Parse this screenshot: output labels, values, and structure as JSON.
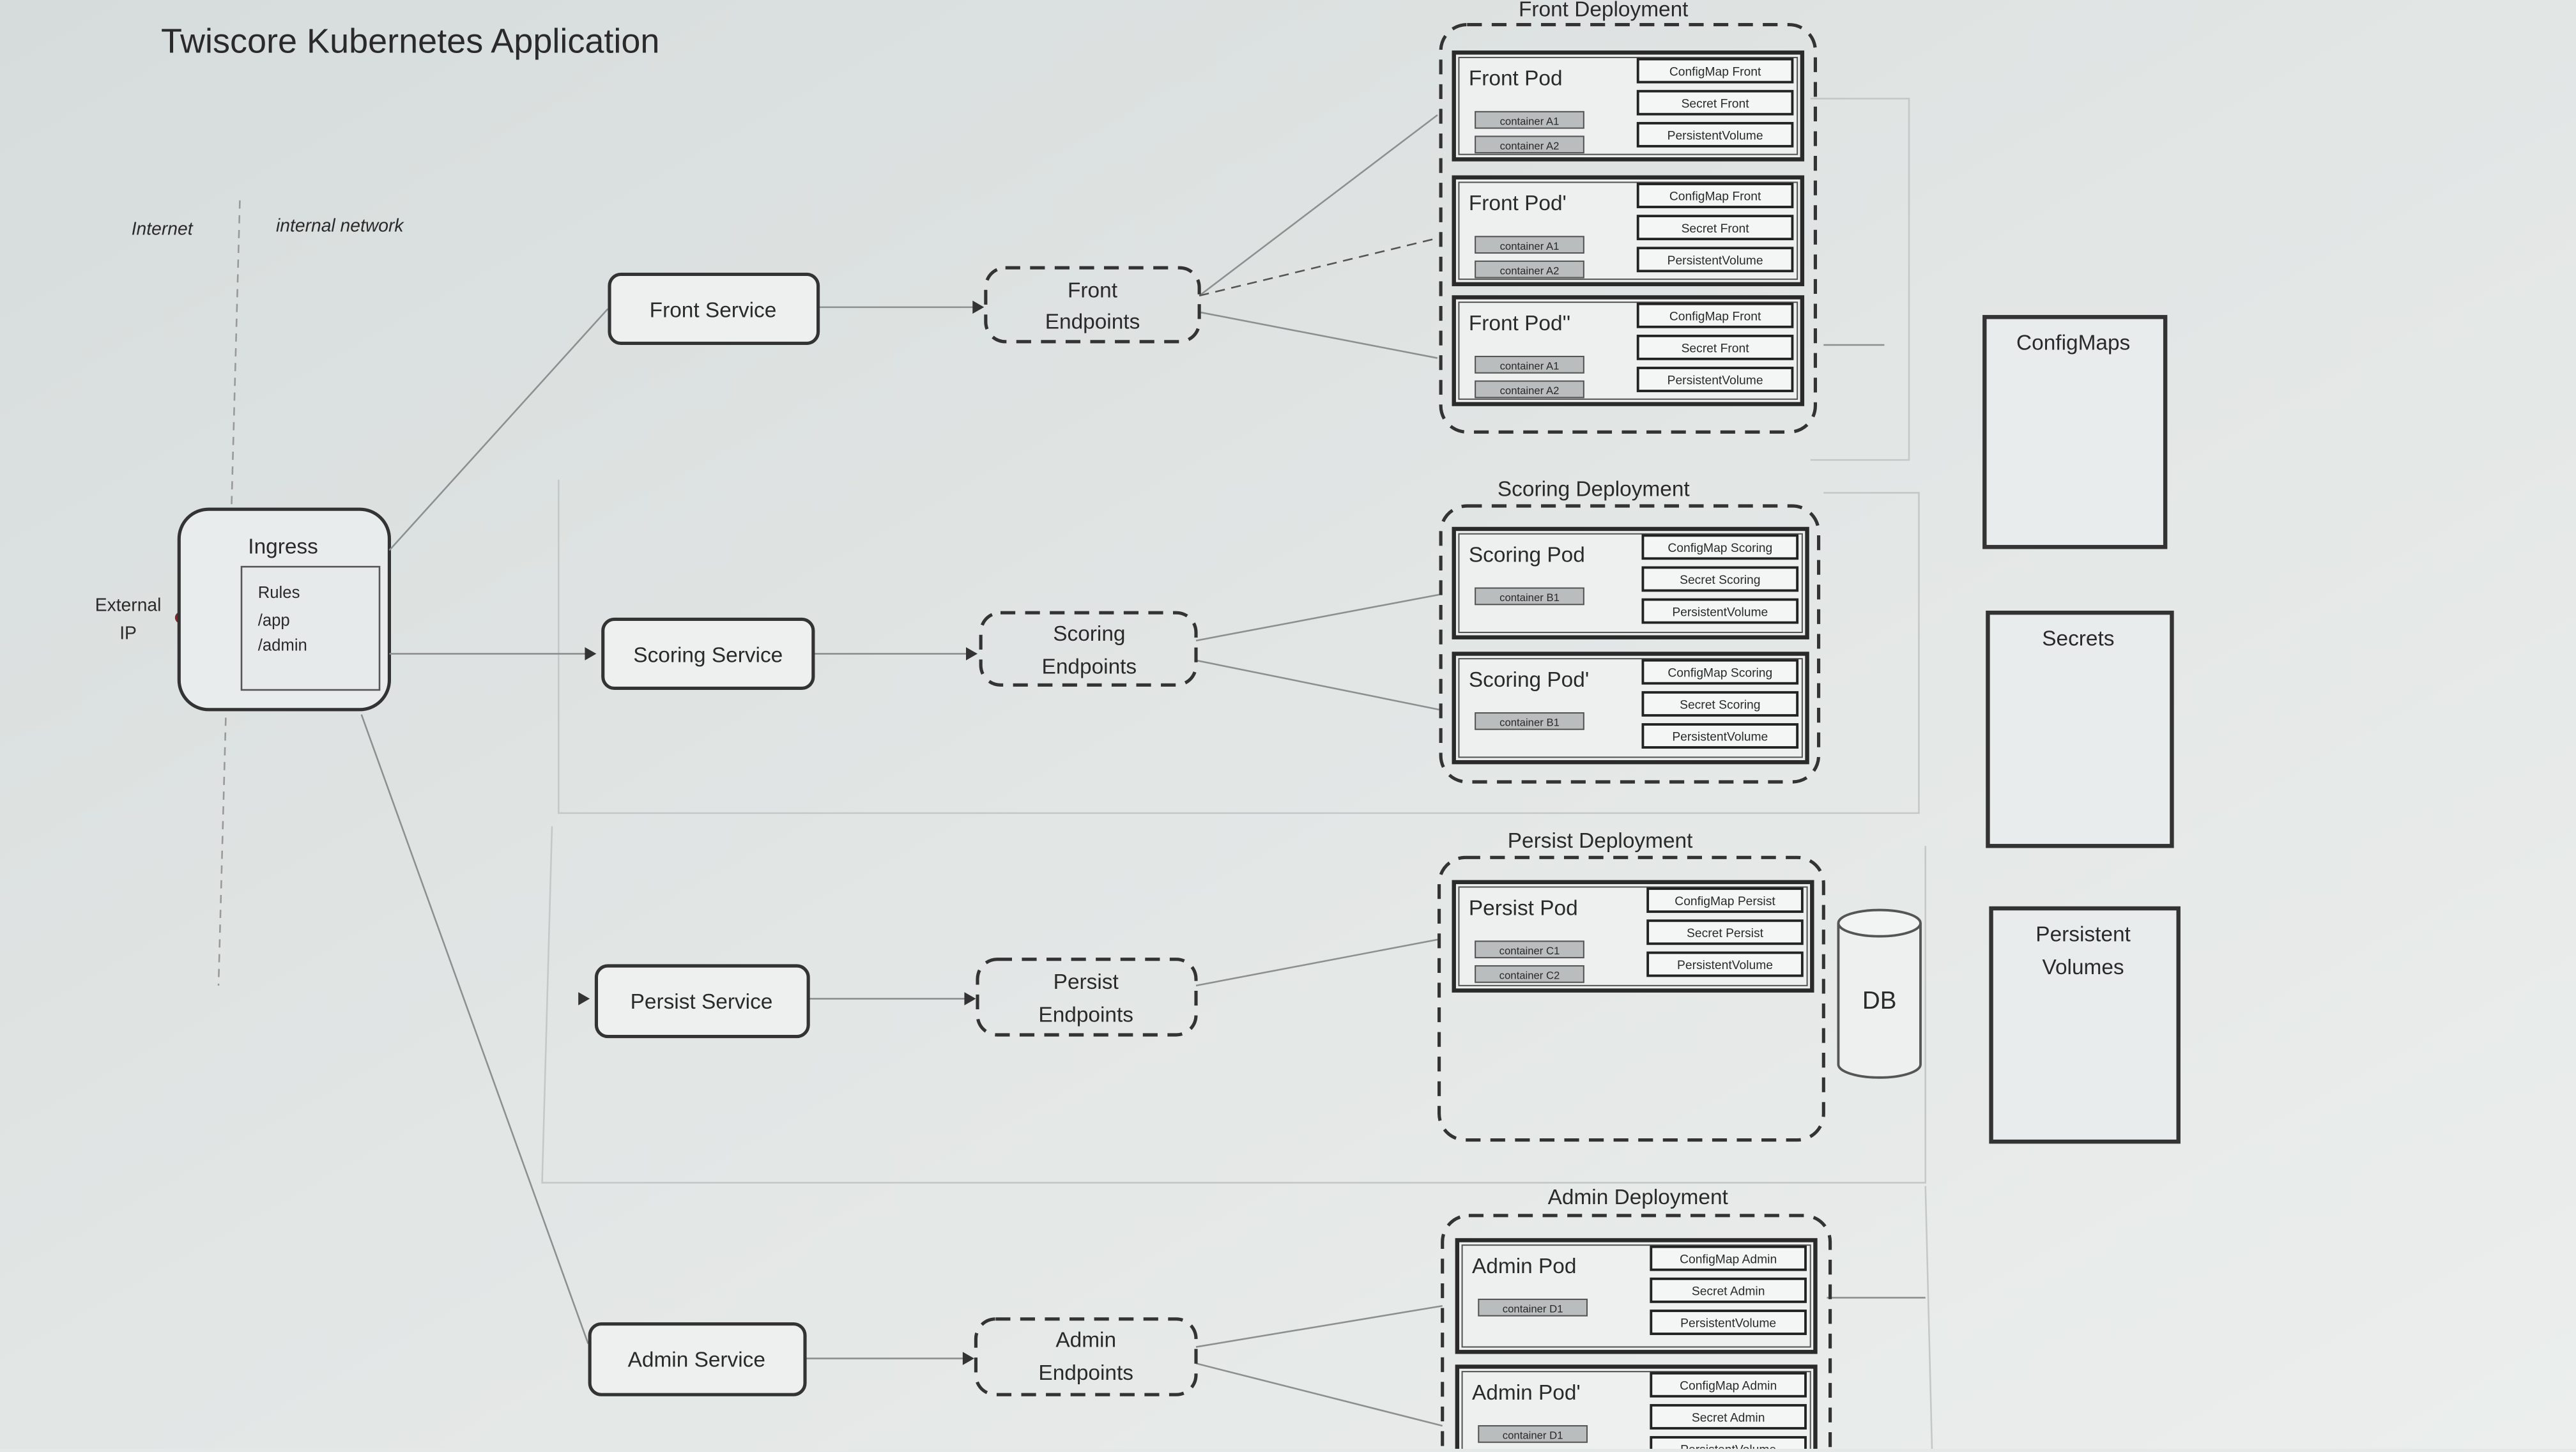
{
  "title": "Twiscore Kubernetes Application",
  "zone_labels": {
    "internet": "Internet",
    "internal": "internal network"
  },
  "external_ip": {
    "line1": "External",
    "line2": "IP"
  },
  "ingress": {
    "label": "Ingress",
    "rules": [
      "Rules",
      "/app",
      "/admin"
    ]
  },
  "services": {
    "front": "Front Service",
    "scoring": "Scoring Service",
    "persist": "Persist Service",
    "admin": "Admin Service"
  },
  "endpoints": {
    "front": [
      "Front",
      "Endpoints"
    ],
    "scoring": [
      "Scoring",
      "Endpoints"
    ],
    "persist": [
      "Persist",
      "Endpoints"
    ],
    "admin": [
      "Admin",
      "Endpoints"
    ]
  },
  "deployments": {
    "front": {
      "label": "Front Deployment",
      "pods": [
        {
          "name": "Front Pod",
          "containers": [
            "container A1",
            "container A2"
          ],
          "resources": [
            "ConfigMap Front",
            "Secret Front",
            "PersistentVolume"
          ]
        },
        {
          "name": "Front Pod'",
          "containers": [
            "container A1",
            "container A2"
          ],
          "resources": [
            "ConfigMap Front",
            "Secret Front",
            "PersistentVolume"
          ]
        },
        {
          "name": "Front Pod''",
          "containers": [
            "container A1",
            "container A2"
          ],
          "resources": [
            "ConfigMap Front",
            "Secret Front",
            "PersistentVolume"
          ]
        }
      ]
    },
    "scoring": {
      "label": "Scoring Deployment",
      "pods": [
        {
          "name": "Scoring Pod",
          "containers": [
            "container B1"
          ],
          "resources": [
            "ConfigMap Scoring",
            "Secret Scoring",
            "PersistentVolume"
          ]
        },
        {
          "name": "Scoring Pod'",
          "containers": [
            "container B1"
          ],
          "resources": [
            "ConfigMap Scoring",
            "Secret Scoring",
            "PersistentVolume"
          ]
        }
      ]
    },
    "persist": {
      "label": "Persist Deployment",
      "pods": [
        {
          "name": "Persist Pod",
          "containers": [
            "container C1",
            "container C2"
          ],
          "resources": [
            "ConfigMap Persist",
            "Secret Persist",
            "PersistentVolume"
          ]
        }
      ]
    },
    "admin": {
      "label": "Admin Deployment",
      "pods": [
        {
          "name": "Admin Pod",
          "containers": [
            "container D1"
          ],
          "resources": [
            "ConfigMap Admin",
            "Secret Admin",
            "PersistentVolume"
          ]
        },
        {
          "name": "Admin Pod'",
          "containers": [
            "container D1"
          ],
          "resources": [
            "ConfigMap Admin",
            "Secret Admin",
            "PersistentVolume"
          ]
        }
      ]
    }
  },
  "db": "DB",
  "stores": {
    "configmaps": "ConfigMaps",
    "secrets": "Secrets",
    "pv": [
      "Persistent",
      "Volumes"
    ]
  }
}
